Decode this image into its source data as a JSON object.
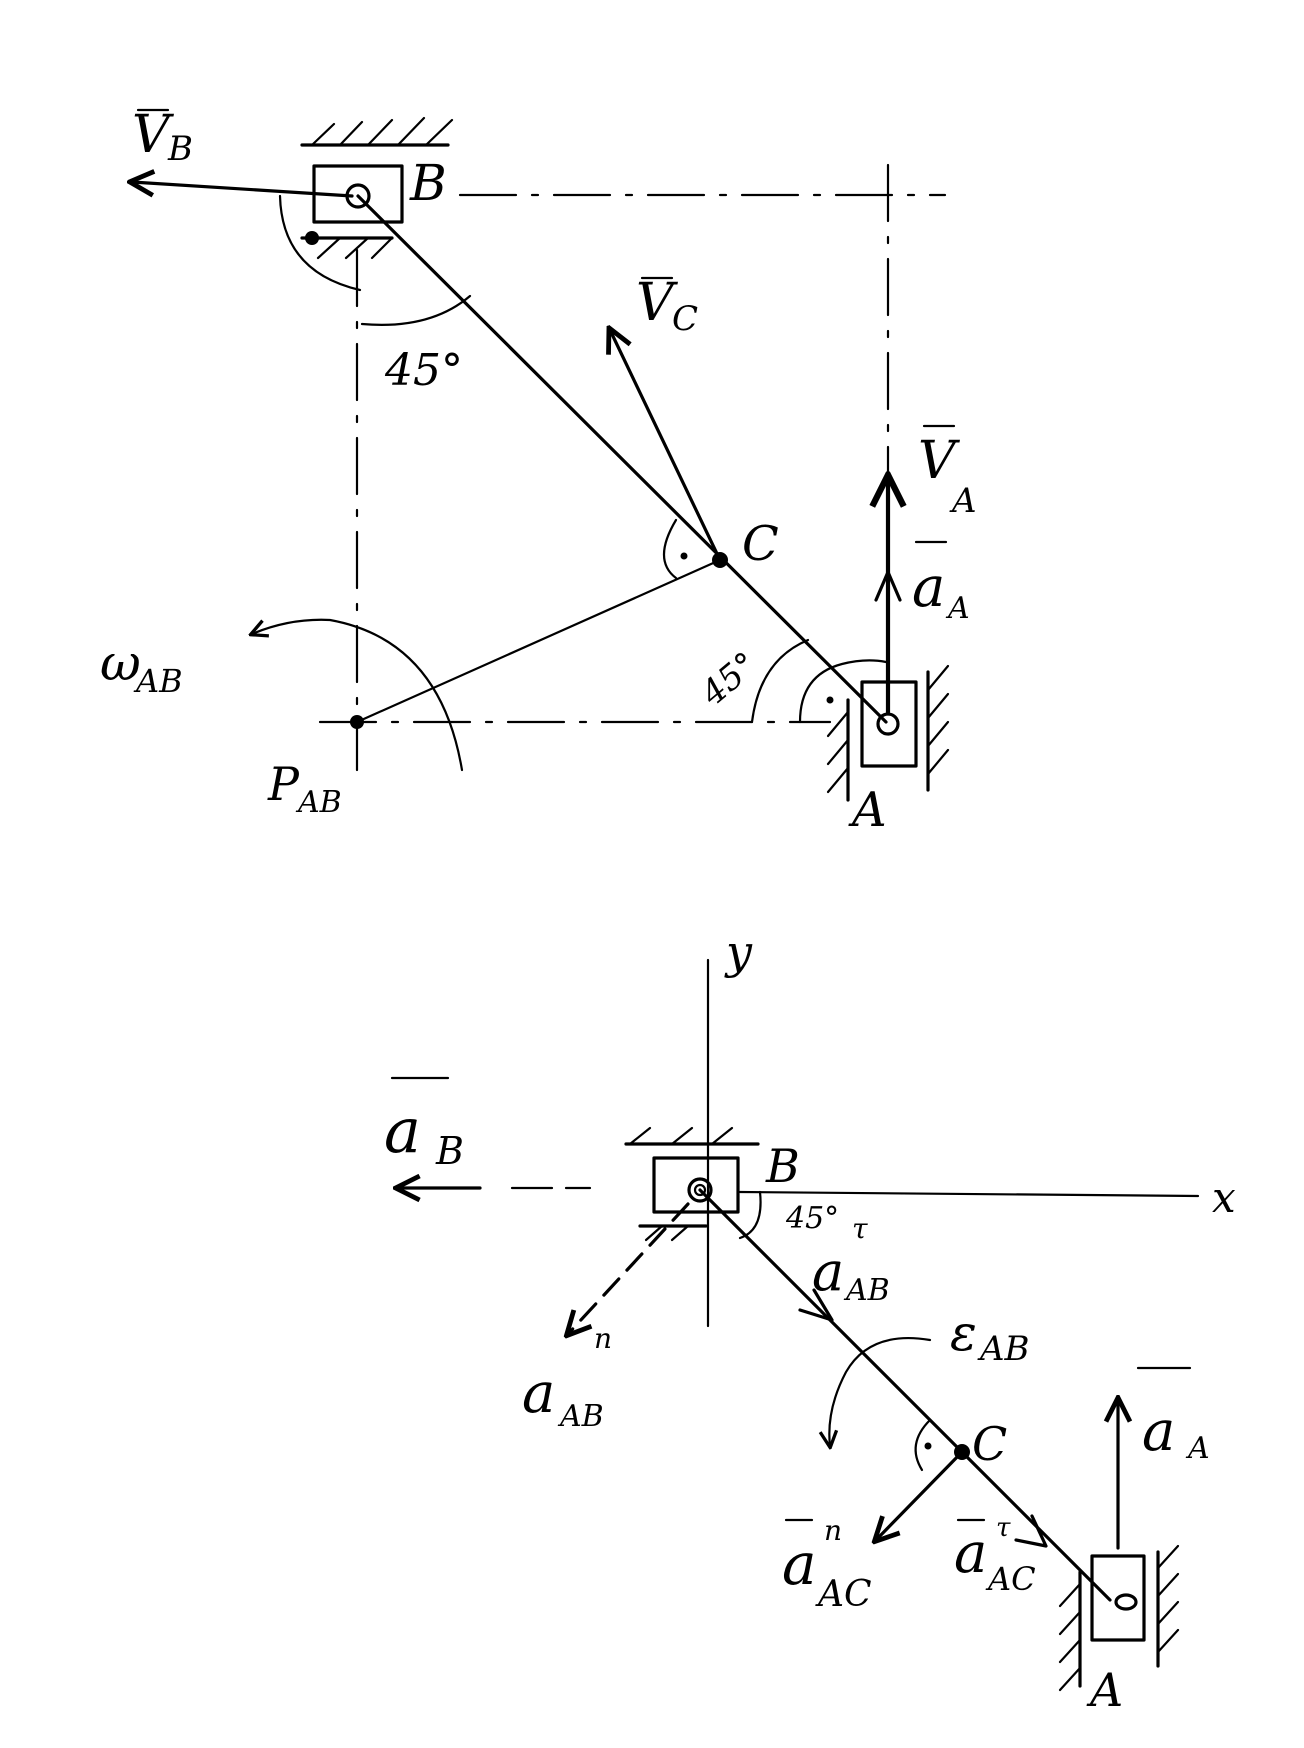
{
  "diagram": {
    "top": {
      "point_B": "B",
      "point_A": "A",
      "point_C": "C",
      "center_P": "P",
      "center_P_sub": "AB",
      "velocity_B": "V",
      "velocity_B_sub": "B",
      "velocity_C": "V",
      "velocity_C_sub": "C",
      "velocity_A": "V",
      "velocity_A_sub": "A",
      "accel_A": "a",
      "accel_A_sub": "A",
      "omega": "ω",
      "omega_sub": "AB",
      "angle_B": "45°",
      "angle_A": "45°"
    },
    "bottom": {
      "axis_x": "x",
      "axis_y": "y",
      "point_B": "B",
      "point_A": "A",
      "point_C": "C",
      "accel_B": "a",
      "accel_B_sub": "B",
      "accel_AB_tau": "a",
      "accel_AB_tau_sup": "τ",
      "accel_AB_tau_sub": "AB",
      "accel_AB_n": "a",
      "accel_AB_n_sup": "n",
      "accel_AB_n_sub": "AB",
      "epsilon": "ε",
      "epsilon_sub": "AB",
      "accel_A": "a",
      "accel_A_sub": "A",
      "accel_AC_n": "a",
      "accel_AC_n_sup": "n",
      "accel_AC_n_sub": "AC",
      "accel_AC_tau": "a",
      "accel_AC_tau_sup": "τ",
      "accel_AC_tau_sub": "AC",
      "angle_B": "45°"
    }
  }
}
